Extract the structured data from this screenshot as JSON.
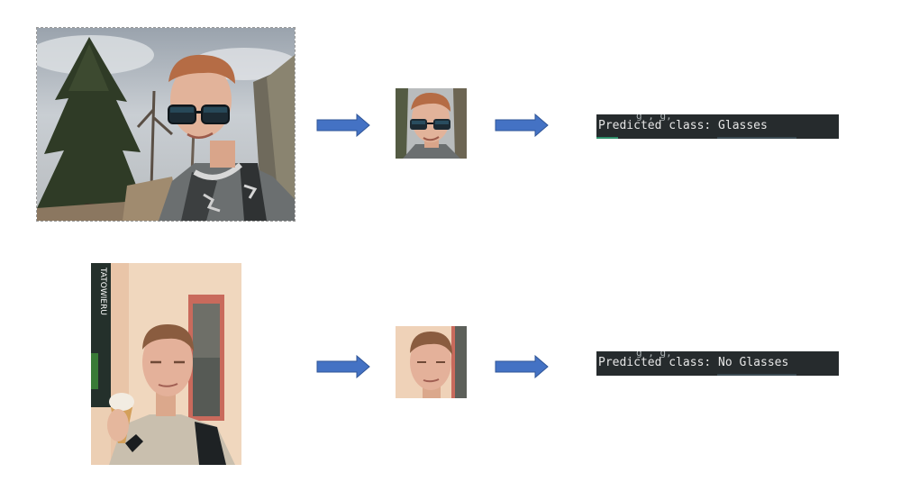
{
  "rows": [
    {
      "scene": "mountain-forest",
      "glasses": true,
      "terminal_output": "Predicted class: Glasses"
    },
    {
      "scene": "street-ice-cream",
      "glasses": false,
      "terminal_output": "Predicted class: No Glasses"
    }
  ],
  "sign_text": "TATOWIERU",
  "colors": {
    "arrow_fill": "#4472c4",
    "arrow_stroke": "#2f5597",
    "terminal_bg": "#262b2d",
    "terminal_text": "#e6e6e6"
  }
}
